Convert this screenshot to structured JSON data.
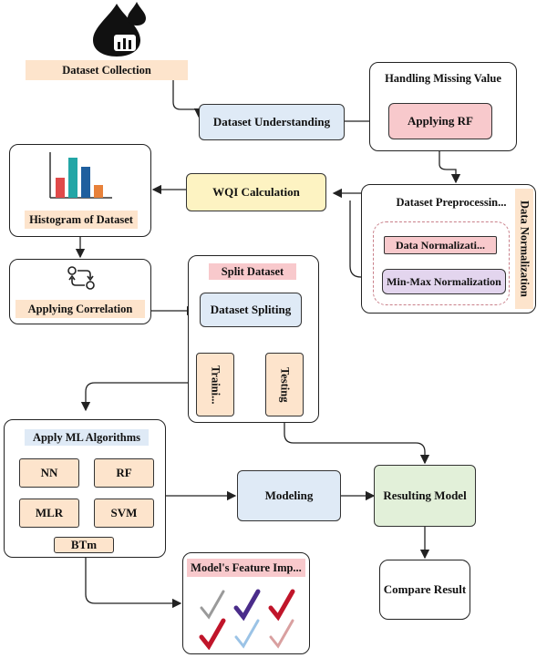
{
  "nodes": {
    "dataset_collection": "Dataset Collection",
    "dataset_understanding": "Dataset Understanding",
    "handling_missing_value": "Handling Missing Value",
    "applying_rf": "Applying RF",
    "dataset_preprocessing": "Dataset Preprocessin...",
    "data_normalization_vertical": "Data Normalization",
    "data_normalization_box": "Data Normalizati...",
    "min_max_normalization": "Min-Max Normalization",
    "wqi_calculation": "WQI Calculation",
    "histogram_of_dataset": "Histogram of Dataset",
    "applying_correlation": "Applying Correlation",
    "split_dataset": "Split Dataset",
    "dataset_spliting": "Dataset Spliting",
    "training": "Traini...",
    "testing": "Testing",
    "apply_ml_algorithms": "Apply ML Algorithms",
    "modeling": "Modeling",
    "resulting_model": "Resulting Model",
    "compare_result": "Compare Result",
    "models_feature_importance": "Model's Feature Imp..."
  },
  "algorithms": [
    "NN",
    "RF",
    "MLR",
    "SVM",
    "BTm"
  ],
  "colors": {
    "blue": "#dfeaf6",
    "peach": "#fde4cc",
    "yellow": "#fdf3c2",
    "pink": "#f8c9cc",
    "green": "#e2f0d9",
    "lavender": "#e3d5ee",
    "histogram_bars": [
      "#e04a4a",
      "#23a6a6",
      "#1f5f9e",
      "#e8813a"
    ],
    "checkmarks": [
      "#9a9a9a",
      "#4a2c8a",
      "#c0152a",
      "#c0152a",
      "#9bc3e6",
      "#d9a0a0"
    ]
  },
  "icons": [
    "water-drop-icon",
    "histogram-icon",
    "correlation-icon",
    "checkmark-icon"
  ]
}
